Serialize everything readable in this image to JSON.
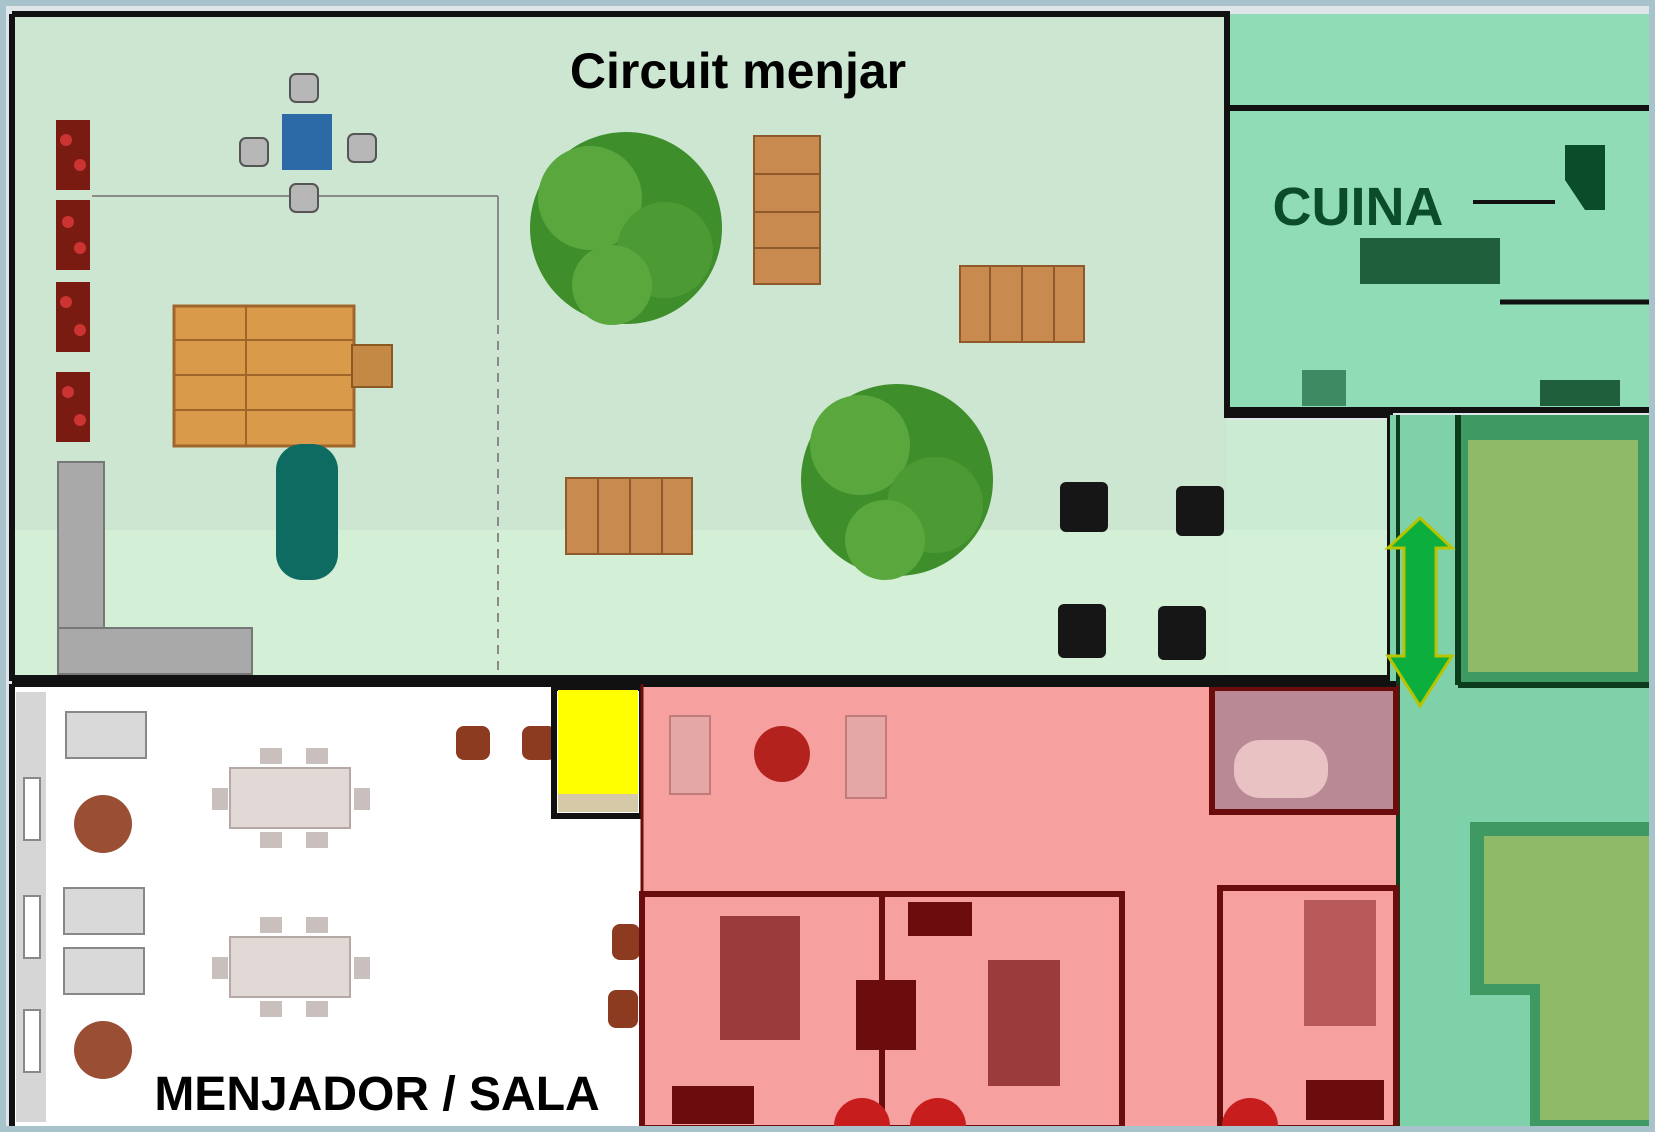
{
  "labels": {
    "garden": "Circuit menjar",
    "kitchen": "CUINA",
    "dining": "MENJADOR / SALA"
  },
  "colors": {
    "garden_zone": "#c9ebcf",
    "kitchen_zone": "#8fdcb6",
    "dining_zone": "#ffffff",
    "bedroom_zone": "#f6a0a0",
    "corridor_zone": "#7fd1a9",
    "arrow": "#0cae3e",
    "highlight_yellow": "#ffff00",
    "wall": "#111111",
    "dark_red_wall": "#6b0d0d",
    "dark_green_wall": "#0b3d1c"
  },
  "icons": [
    "tree-icon",
    "picnic-table-icon",
    "chair-icon",
    "playhouse-icon",
    "slide-icon",
    "bench-icon",
    "flower-planter-icon",
    "bed-icon",
    "bathtub-icon",
    "round-table-icon",
    "dining-table-icon",
    "double-arrow-icon"
  ]
}
